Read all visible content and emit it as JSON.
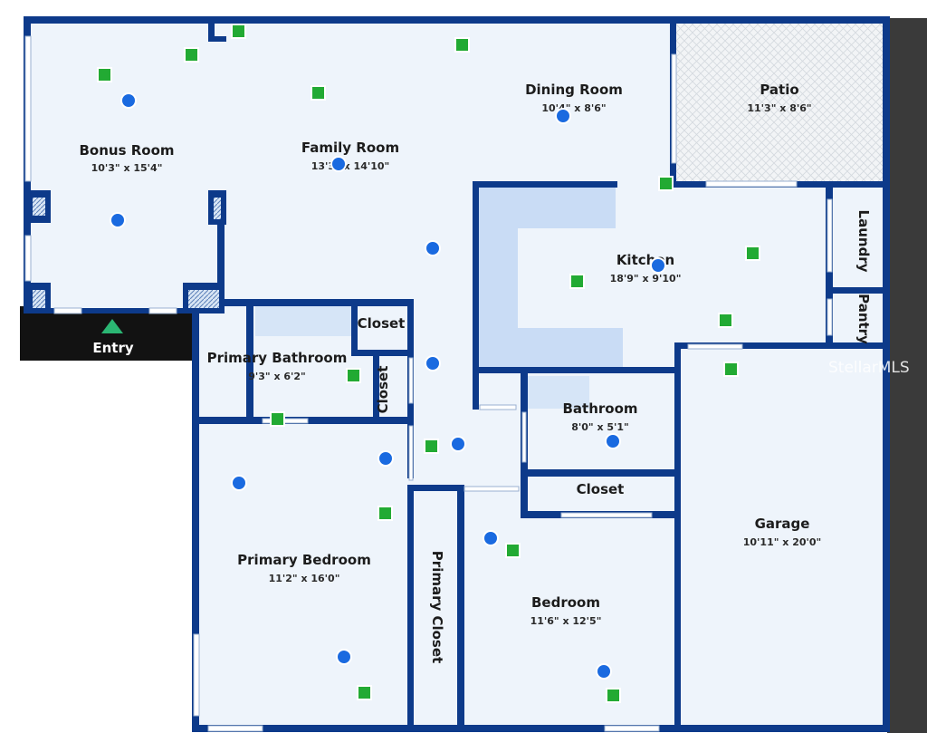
{
  "rooms": {
    "bonus": {
      "name": "Bonus Room",
      "dims": "10'3\" x 15'4\""
    },
    "family": {
      "name": "Family Room",
      "dims": "13'3\" x 14'10\""
    },
    "dining": {
      "name": "Dining Room",
      "dims": "10'4\" x 8'6\""
    },
    "patio": {
      "name": "Patio",
      "dims": "11'3\" x 8'6\""
    },
    "kitchen": {
      "name": "Kitchen",
      "dims": "18'9\" x 9'10\""
    },
    "laundry": {
      "name": "Laundry"
    },
    "pantry": {
      "name": "Pantry"
    },
    "closet_a": {
      "name": "Closet"
    },
    "primary_bath": {
      "name": "Primary Bathroom",
      "dims": "9'3\" x 6'2\""
    },
    "closet_b": {
      "name": "Closet"
    },
    "bathroom": {
      "name": "Bathroom",
      "dims": "8'0\" x 5'1\""
    },
    "closet_c": {
      "name": "Closet"
    },
    "garage": {
      "name": "Garage",
      "dims": "10'11\" x 20'0\""
    },
    "primary_bedroom": {
      "name": "Primary Bedroom",
      "dims": "11'2\" x 16'0\""
    },
    "primary_closet": {
      "name": "Primary Closet"
    },
    "bedroom": {
      "name": "Bedroom",
      "dims": "11'6\" x 12'5\""
    }
  },
  "entry_label": "Entry",
  "watermark": "StellarMLS",
  "colors": {
    "wall": "#0d3a8a",
    "floor": "#eef4fb",
    "counter": "#c9dcf5",
    "camera_blue": "#1a6ae0",
    "marker_green": "#22aa33",
    "dark_outside": "#121212"
  }
}
